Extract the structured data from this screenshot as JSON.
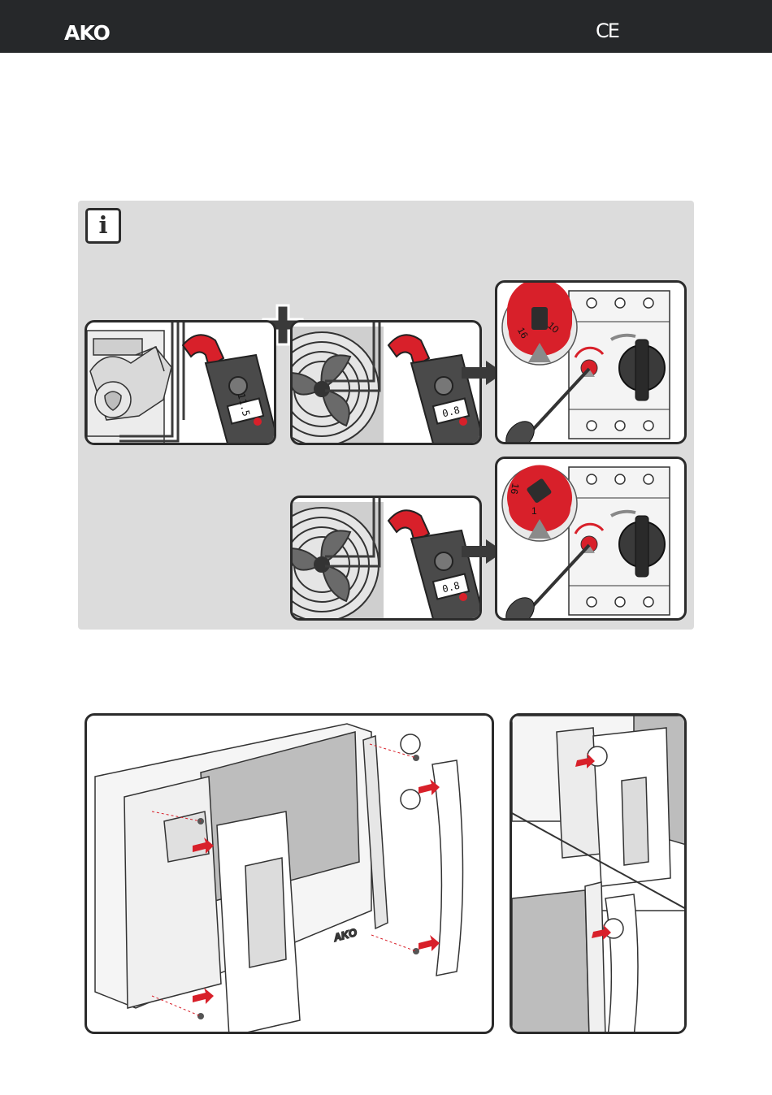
{
  "header": {
    "logo_text": "AKO",
    "ce_mark": "CE",
    "background_color": "#26282a"
  },
  "info_panel": {
    "icon": "info-icon",
    "icon_letter": "i",
    "background_color": "#dcdcdc"
  },
  "illustrations": {
    "compressor_meter_reading": "11.5",
    "fan_meter_reading_top": "0.8",
    "fan_meter_reading_bottom": "0.8",
    "dial_top": {
      "label_left": "16",
      "label_right": "10"
    },
    "dial_bottom": {
      "label_left": "16",
      "label_bottom": "1"
    },
    "enclosure_brand": "AKO",
    "accent_color": "#d8202a"
  }
}
